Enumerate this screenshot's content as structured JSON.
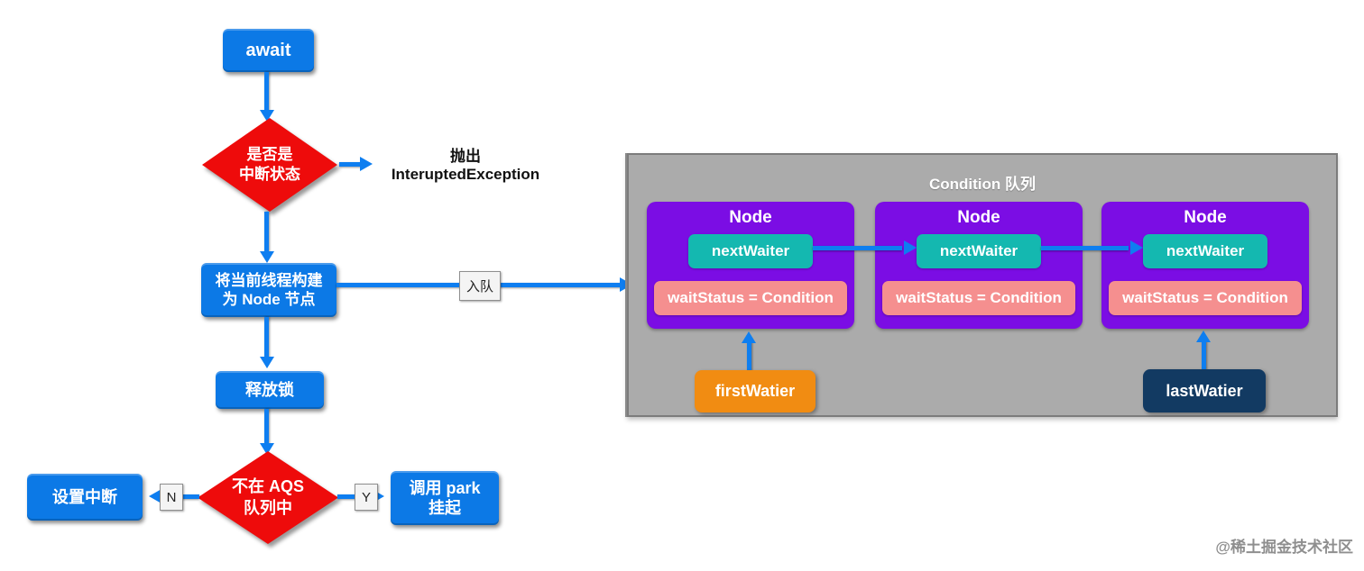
{
  "flow": {
    "await_label": "await",
    "interrupt_check": {
      "line1": "是否是",
      "line2": "中断状态"
    },
    "throw_text": {
      "line1": "抛出",
      "line2": "InteruptedException"
    },
    "build_node": {
      "line1": "将当前线程构建",
      "line2": "为 Node 节点"
    },
    "release_lock": "释放锁",
    "aqs_check": {
      "line1": "不在 AQS",
      "line2": "队列中"
    },
    "set_interrupt": "设置中断",
    "call_park": {
      "line1": "调用 park",
      "line2": "挂起"
    },
    "edge_labels": {
      "enqueue": "入队",
      "no": "N",
      "yes": "Y"
    }
  },
  "queue": {
    "title": "Condition 队列",
    "nodes": [
      {
        "title": "Node",
        "next_waiter": "nextWaiter",
        "wait_status": "waitStatus = Condition"
      },
      {
        "title": "Node",
        "next_waiter": "nextWaiter",
        "wait_status": "waitStatus = Condition"
      },
      {
        "title": "Node",
        "next_waiter": "nextWaiter",
        "wait_status": "waitStatus = Condition"
      }
    ],
    "first_pointer": "firstWatier",
    "last_pointer": "lastWatier"
  },
  "watermark": "@稀土掘金技术社区",
  "colors": {
    "box_blue": "#0c79e6",
    "diamond_red": "#ee0b0b",
    "arrow_blue": "#0e7ef0",
    "node_purple": "#7b0de4",
    "next_waiter_teal": "#14b8b0",
    "wait_status_pink": "#f58f8f",
    "first_pointer_orange": "#f18c12",
    "last_pointer_navy": "#123a62",
    "panel_gray": "#ababab",
    "background": "#ffffff"
  }
}
